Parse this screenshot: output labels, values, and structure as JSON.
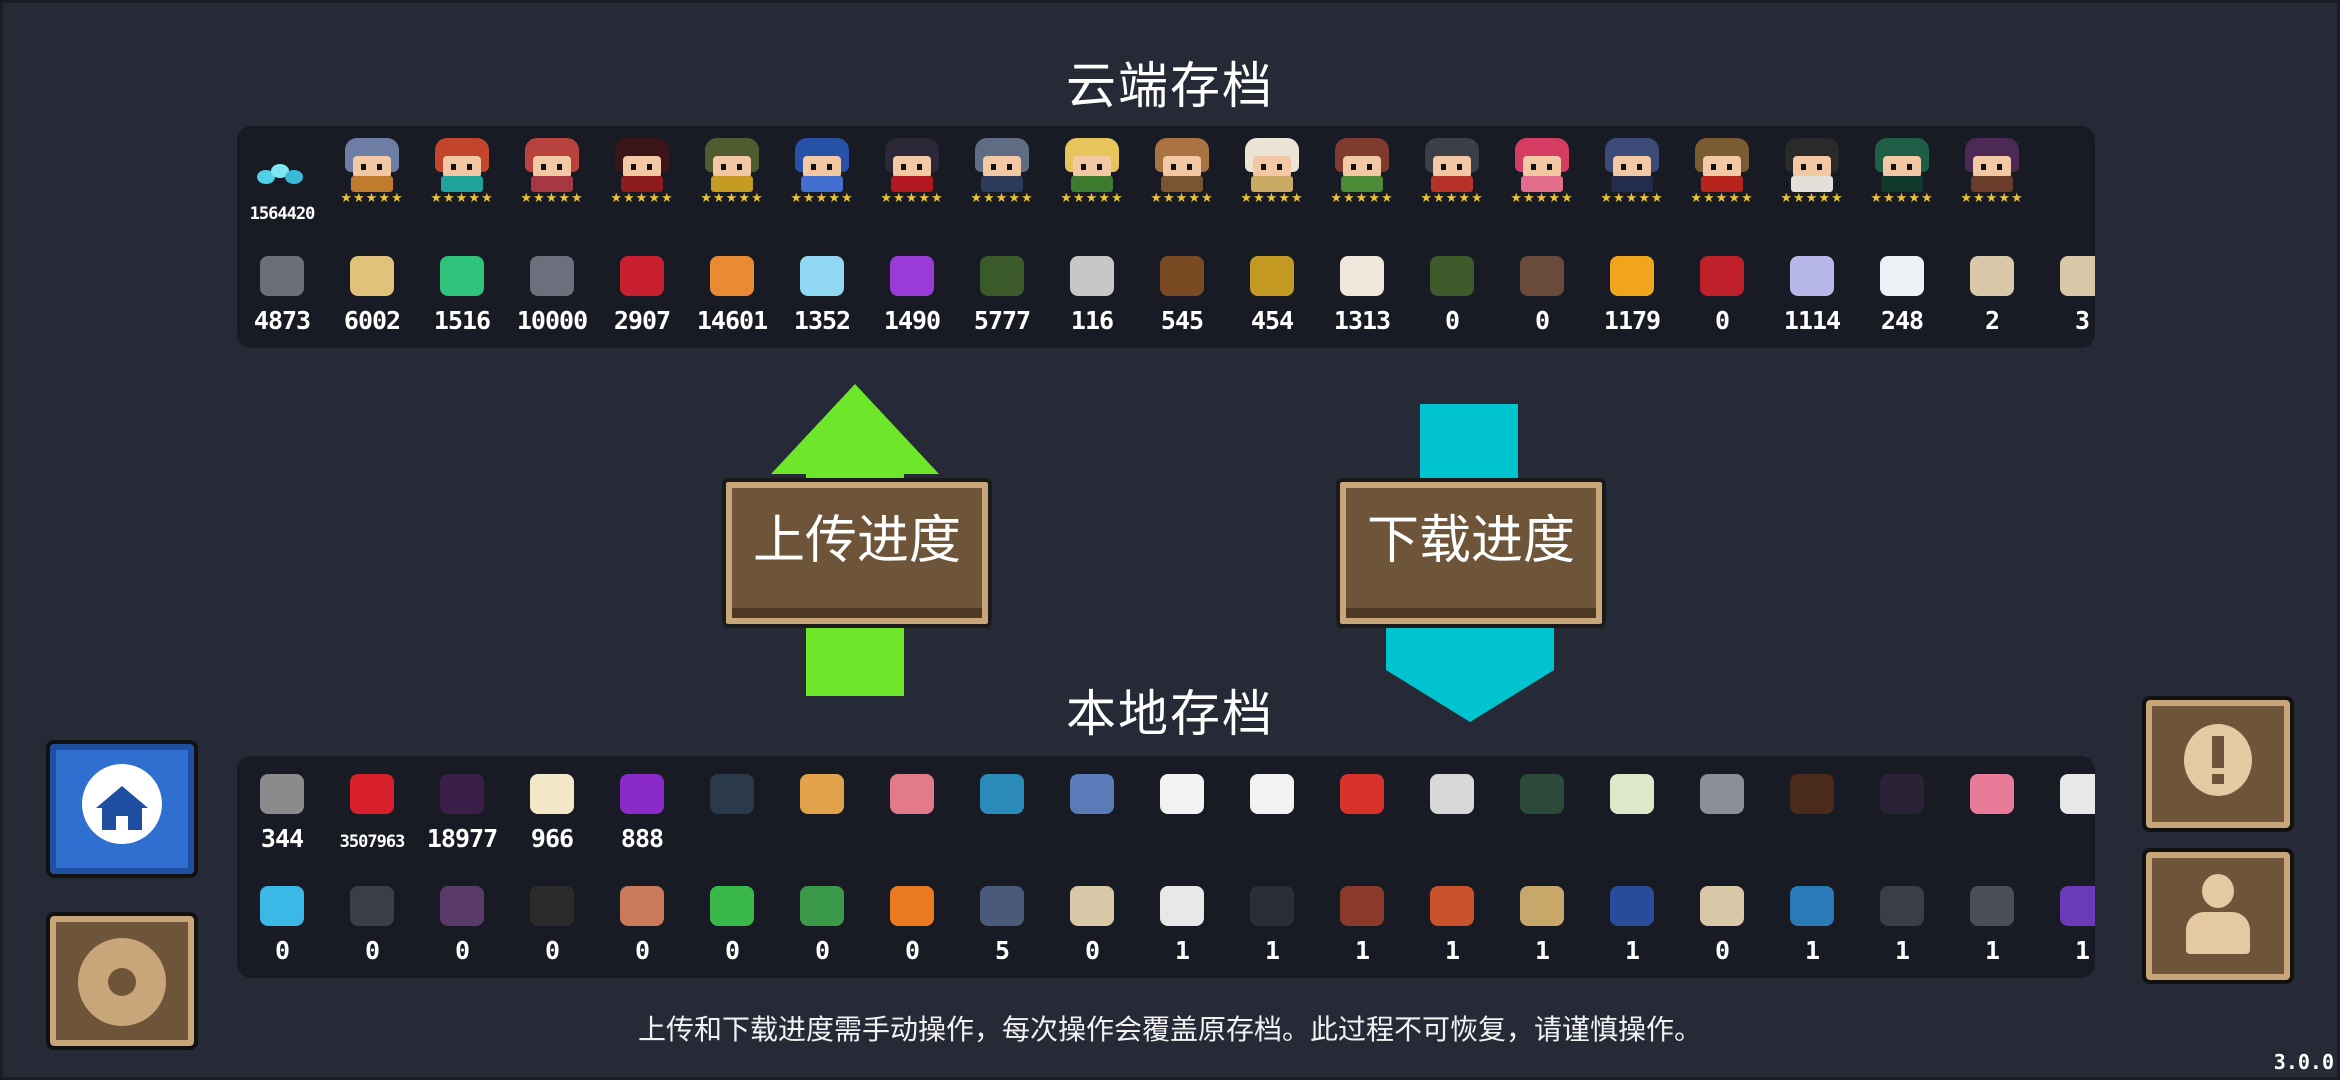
{
  "cloud": {
    "title": "云端存档",
    "gems": "1564420",
    "row1": [
      {
        "name": "knight",
        "head": "#6c7ea3",
        "body": "#c07b2c"
      },
      {
        "name": "rogue",
        "head": "#c2452c",
        "body": "#1fa39a"
      },
      {
        "name": "wizard",
        "head": "#b8433e",
        "body": "#a73843"
      },
      {
        "name": "assassin",
        "head": "#3b1517",
        "body": "#8c1b1b"
      },
      {
        "name": "engineer",
        "head": "#4e5c2f",
        "body": "#c49a22"
      },
      {
        "name": "robot",
        "head": "#2851a8",
        "body": "#436fd0"
      },
      {
        "name": "vampire",
        "head": "#2b2736",
        "body": "#b3171f"
      },
      {
        "name": "paladin",
        "head": "#5e6c84",
        "body": "#2d3b5a"
      },
      {
        "name": "elf",
        "head": "#e8c55a",
        "body": "#3d7a2e"
      },
      {
        "name": "werewolf",
        "head": "#a87241",
        "body": "#7b5431"
      },
      {
        "name": "priest",
        "head": "#ece4d4",
        "body": "#c9aa62"
      },
      {
        "name": "druid",
        "head": "#7e3b2e",
        "body": "#4c8a35"
      },
      {
        "name": "berserker",
        "head": "#3c3f46",
        "body": "#b7332a"
      },
      {
        "name": "dancer",
        "head": "#d43c62",
        "body": "#e36e8c"
      },
      {
        "name": "necromancer",
        "head": "#3c4a78",
        "body": "#232c4c"
      },
      {
        "name": "officer",
        "head": "#7a5b32",
        "body": "#b7231d"
      },
      {
        "name": "taoist",
        "head": "#2a2a2a",
        "body": "#e3e0da"
      },
      {
        "name": "extra1",
        "head": "#1e5e46",
        "body": "#0f3a2d"
      },
      {
        "name": "extra2",
        "head": "#4d2a55",
        "body": "#6a3c2a"
      }
    ],
    "row2": [
      {
        "icon": "gear-icon",
        "color": "#6b6f78",
        "value": "4873"
      },
      {
        "icon": "wood-plank-icon",
        "color": "#e1c27a",
        "value": "6002"
      },
      {
        "icon": "green-crystal-icon",
        "color": "#2ec27a",
        "value": "1516"
      },
      {
        "icon": "ore-icon",
        "color": "#6b707c",
        "value": "10000"
      },
      {
        "icon": "red-crystal-icon",
        "color": "#c8202e",
        "value": "2907"
      },
      {
        "icon": "orange-ore-icon",
        "color": "#ea8a33",
        "value": "14601"
      },
      {
        "icon": "blue-crystal-icon",
        "color": "#8fd7f2",
        "value": "1352"
      },
      {
        "icon": "purple-crystal-icon",
        "color": "#9a3ad8",
        "value": "1490"
      },
      {
        "icon": "battery-icon",
        "color": "#3b5a2a",
        "value": "5777"
      },
      {
        "icon": "ecm-chip-icon",
        "color": "#c7c7c7",
        "value": "116"
      },
      {
        "icon": "horn-icon",
        "color": "#7a4a22",
        "value": "545"
      },
      {
        "icon": "feather-bundle-icon",
        "color": "#c49a22",
        "value": "454"
      },
      {
        "icon": "cloth-sack-icon",
        "color": "#f0e6dc",
        "value": "1313"
      },
      {
        "icon": "pipe-part-icon",
        "color": "#3c5a2a",
        "value": "0"
      },
      {
        "icon": "machine-part-icon",
        "color": "#6a4a3a",
        "value": "0"
      },
      {
        "icon": "fire-crystal-icon",
        "color": "#f0a51c",
        "value": "1179"
      },
      {
        "icon": "red-device-icon",
        "color": "#c0202a",
        "value": "0"
      },
      {
        "icon": "shadow-crystal-icon",
        "color": "#b7b7e8",
        "value": "1114"
      },
      {
        "icon": "feather-icon",
        "color": "#eef2f6",
        "value": "248"
      },
      {
        "icon": "scroll-icon",
        "color": "#d9c8a8",
        "value": "2"
      },
      {
        "icon": "scroll-icon",
        "color": "#d9c8a8",
        "value": "3"
      }
    ]
  },
  "upload_label": "上传进度",
  "download_label": "下载进度",
  "local": {
    "title": "本地存档",
    "row1": [
      {
        "icon": "pistol-icon",
        "color": "#8b8b8b",
        "value": "344"
      },
      {
        "icon": "red-slime-icon",
        "color": "#d8202a",
        "value": "3507963"
      },
      {
        "icon": "demon-boss-icon",
        "color": "#3c1e4a",
        "value": "18977"
      },
      {
        "icon": "card-icon",
        "color": "#f2e7c6",
        "value": "966"
      },
      {
        "icon": "purple-mask-icon",
        "color": "#8a2ac8",
        "value": "888"
      },
      {
        "icon": "black-cat-icon",
        "color": "#2b3a4a",
        "value": ""
      },
      {
        "icon": "shiba-dog-icon",
        "color": "#e2a24a",
        "value": ""
      },
      {
        "icon": "pink-pig-icon",
        "color": "#e27a8a",
        "value": ""
      },
      {
        "icon": "blue-ghost-icon",
        "color": "#2a8ab8",
        "value": ""
      },
      {
        "icon": "robot-pet-icon",
        "color": "#5a7ab8",
        "value": ""
      },
      {
        "icon": "panda-icon",
        "color": "#f2f2f2",
        "value": ""
      },
      {
        "icon": "bunny-icon",
        "color": "#f2f2f2",
        "value": ""
      },
      {
        "icon": "astronaut-icon",
        "color": "#d8322a",
        "value": ""
      },
      {
        "icon": "tap-box-icon",
        "color": "#d8d8d8",
        "value": ""
      },
      {
        "icon": "crow-icon",
        "color": "#2b4a3a",
        "value": ""
      },
      {
        "icon": "fish-icon",
        "color": "#dce8c8",
        "value": ""
      },
      {
        "icon": "seal-icon",
        "color": "#8a8f98",
        "value": ""
      },
      {
        "icon": "lizard-icon",
        "color": "#4a2a1a",
        "value": ""
      },
      {
        "icon": "bat-icon",
        "color": "#2a2236",
        "value": ""
      },
      {
        "icon": "pink-boar-icon",
        "color": "#e87a9a",
        "value": ""
      },
      {
        "icon": "clown-icon",
        "color": "#e8e8e8",
        "value": ""
      }
    ],
    "row2": [
      {
        "icon": "blue-feather-icon",
        "color": "#3ab8e8",
        "value": "0"
      },
      {
        "icon": "paper-icon",
        "color": "#3a3e46",
        "value": "0"
      },
      {
        "icon": "portrait-icon",
        "color": "#5a3a6a",
        "value": "0"
      },
      {
        "icon": "photo-icon",
        "color": "#2a2a2a",
        "value": "0"
      },
      {
        "icon": "jar-icon",
        "color": "#c87a5a",
        "value": "0"
      },
      {
        "icon": "flower-plant-icon",
        "color": "#3ab84a",
        "value": "0"
      },
      {
        "icon": "green-turret-icon",
        "color": "#3a9a4a",
        "value": "0"
      },
      {
        "icon": "carrot-icon",
        "color": "#ea7a22",
        "value": "0"
      },
      {
        "icon": "compass-icon",
        "color": "#4a5a7a",
        "value": "5"
      },
      {
        "icon": "scroll-icon",
        "color": "#d9c8a8",
        "value": "0"
      },
      {
        "icon": "eye-tile-icon",
        "color": "#e8e8e8",
        "value": "1"
      },
      {
        "icon": "dark-tile-icon",
        "color": "#2a2e36",
        "value": "1"
      },
      {
        "icon": "red-tile-icon",
        "color": "#8a3a2a",
        "value": "1"
      },
      {
        "icon": "orange-tile-icon",
        "color": "#c8522a",
        "value": "1"
      },
      {
        "icon": "sand-tile-icon",
        "color": "#c8a86a",
        "value": "1"
      },
      {
        "icon": "blue-tile-icon",
        "color": "#2a4a9a",
        "value": "1"
      },
      {
        "icon": "scroll-icon",
        "color": "#d9c8a8",
        "value": "0"
      },
      {
        "icon": "sky-tile-icon",
        "color": "#2a7ab8",
        "value": "1"
      },
      {
        "icon": "stripe-tile-icon",
        "color": "#3a3e46",
        "value": "1"
      },
      {
        "icon": "grid-tile-icon",
        "color": "#4a4e56",
        "value": "1"
      },
      {
        "icon": "purple-tile-icon",
        "color": "#6a3ab8",
        "value": "1"
      }
    ]
  },
  "notice": "上传和下载进度需手动操作，每次操作会覆盖原存档。此过程不可恢复，请谨慎操作。",
  "version": "3.0.0",
  "colors": {
    "upload_arrow": "#6ee62a",
    "download_arrow": "#00c3d0",
    "sign": "#6e5439",
    "sign_border": "#c9a57a"
  }
}
